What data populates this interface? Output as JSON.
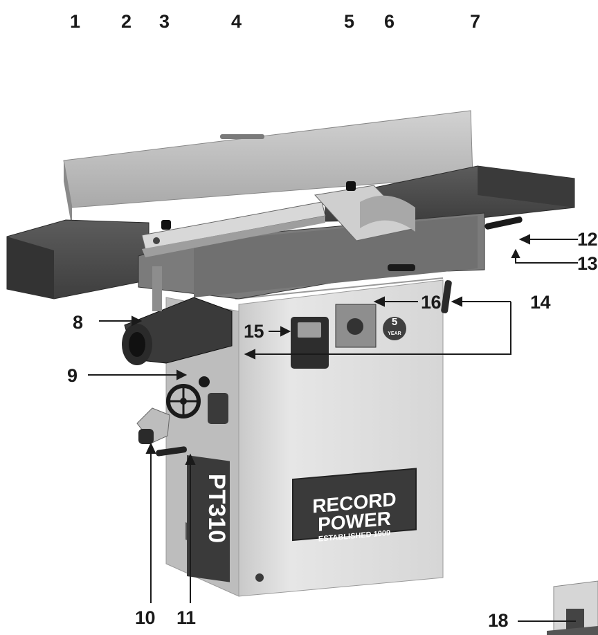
{
  "callouts": {
    "c1": "1",
    "c2": "2",
    "c3": "3",
    "c4": "4",
    "c5": "5",
    "c6": "6",
    "c7": "7",
    "c8": "8",
    "c9": "9",
    "c10": "10",
    "c11": "11",
    "c12": "12",
    "c13": "13",
    "c14": "14",
    "c15": "15",
    "c16": "16",
    "c18": "18"
  },
  "machine": {
    "model_badge": "PT310",
    "brand_line1": "RECORD",
    "brand_line2": "POWER",
    "brand_line3": "ESTABLISHED 1909",
    "warranty_number": "5",
    "warranty_text": "YEAR"
  }
}
